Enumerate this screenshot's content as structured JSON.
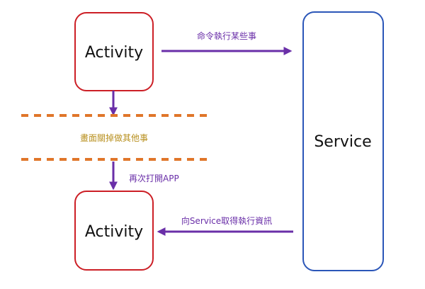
{
  "boxes": {
    "activity_top": "Activity",
    "activity_bottom": "Activity",
    "service": "Service"
  },
  "edges": {
    "command": "命令執行某些事",
    "closed_screen": "畫面關掉做其他事",
    "reopen": "再次打開APP",
    "get_info": "向Service取得執行資訊"
  },
  "colors": {
    "activity_border": "#cc1f26",
    "service_border": "#2b56b8",
    "arrow": "#6a2fa8",
    "dashed_line": "#e0762a",
    "purple_label": "#6a2fa8",
    "gold_label": "#b8901f"
  }
}
